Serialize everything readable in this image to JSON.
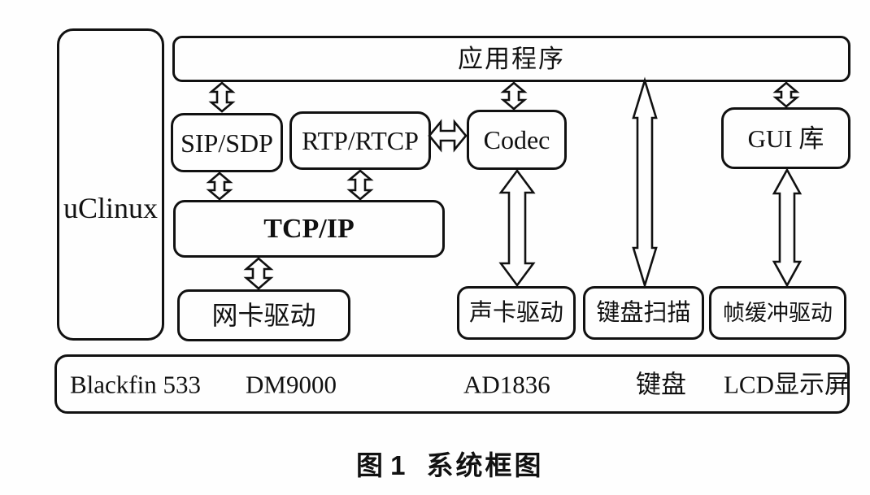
{
  "figure": {
    "caption_label": "图 1",
    "caption_title": "系统框图"
  },
  "blocks": {
    "uclinux": "uClinux",
    "application": "应用程序",
    "sip_sdp": "SIP/SDP",
    "rtp_rtcp": "RTP/RTCP",
    "codec": "Codec",
    "gui_lib": "GUI 库",
    "tcp_ip": "TCP/IP",
    "nic_driver": "网卡驱动",
    "sound_driver": "声卡驱动",
    "keyboard_scan": "键盘扫描",
    "framebuffer_driver": "帧缓冲驱动"
  },
  "hardware_bar": {
    "items": [
      "Blackfin 533",
      "DM9000",
      "AD1836",
      "键盘",
      "LCD显示屏"
    ]
  },
  "connections": [
    {
      "id": "app-sipsdp",
      "from": "应用程序",
      "to": "SIP/SDP",
      "style": "double-headed"
    },
    {
      "id": "app-codec",
      "from": "应用程序",
      "to": "Codec",
      "style": "double-headed"
    },
    {
      "id": "app-guilib",
      "from": "应用程序",
      "to": "GUI 库",
      "style": "double-headed"
    },
    {
      "id": "sipsdp-tcpip",
      "from": "SIP/SDP",
      "to": "TCP/IP",
      "style": "double-headed"
    },
    {
      "id": "rtprtcp-tcpip",
      "from": "RTP/RTCP",
      "to": "TCP/IP",
      "style": "double-headed"
    },
    {
      "id": "rtprtcp-codec",
      "from": "RTP/RTCP",
      "to": "Codec",
      "style": "double-headed"
    },
    {
      "id": "tcpip-nicdriver",
      "from": "TCP/IP",
      "to": "网卡驱动",
      "style": "double-headed"
    },
    {
      "id": "codec-sounddriver",
      "from": "Codec",
      "to": "声卡驱动",
      "style": "double-headed"
    },
    {
      "id": "app-keyboardscan",
      "from": "应用程序",
      "to": "键盘扫描",
      "style": "double-headed"
    },
    {
      "id": "guilib-fbdriver",
      "from": "GUI 库",
      "to": "帧缓冲驱动",
      "style": "double-headed"
    }
  ],
  "colors": {
    "ink": "#111111",
    "background": "#fefefe"
  }
}
